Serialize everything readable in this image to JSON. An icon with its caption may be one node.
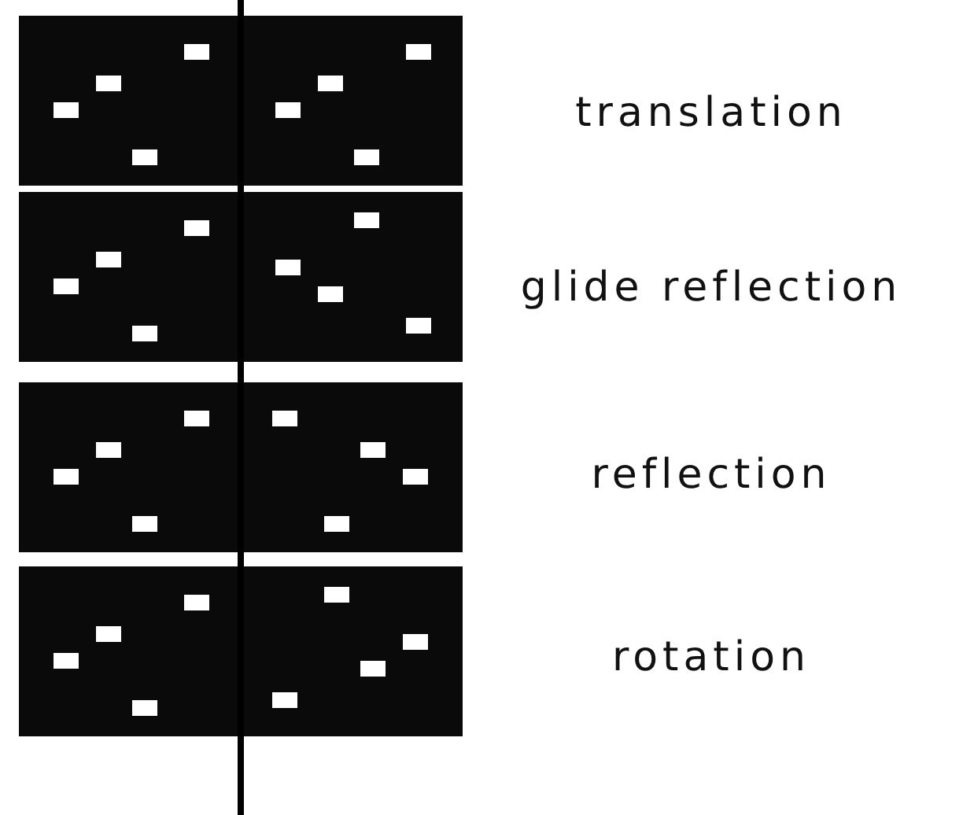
{
  "diagram": {
    "labels": [
      "translation",
      "glide reflection",
      "reflection",
      "rotation"
    ]
  }
}
